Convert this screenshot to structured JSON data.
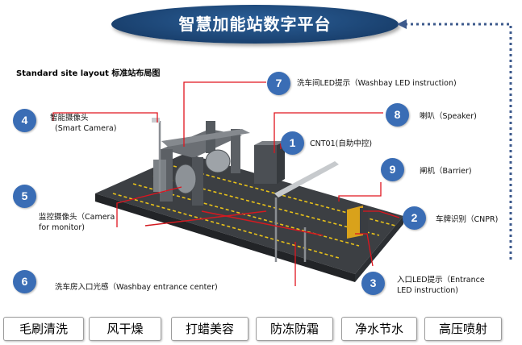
{
  "header": {
    "title": "智慧加能站数字平台"
  },
  "layout_title": "Standard site layout 标准站布局图",
  "callouts": [
    {
      "num": "7",
      "label": "洗车间LED提示（Washbay LED instruction)"
    },
    {
      "num": "4",
      "label_line1": "智能摄像头",
      "label_line2": "(Smart Camera)"
    },
    {
      "num": "8",
      "label": "喇叭（Speaker)"
    },
    {
      "num": "1",
      "label": "CNT01(自助中控)"
    },
    {
      "num": "9",
      "label": "闸机（Barrier)"
    },
    {
      "num": "5",
      "label_line1": "监控摄像头（Camera",
      "label_line2": "for monitor)"
    },
    {
      "num": "2",
      "label": "车牌识别（CNPR)"
    },
    {
      "num": "6",
      "label": "洗车房入口光感（Washbay entrance center)"
    },
    {
      "num": "3",
      "label_line1": "入口LED提示（Entrance",
      "label_line2": "LED instruction)"
    }
  ],
  "features": [
    "毛刷清洗",
    "风干燥",
    "打蜡美容",
    "防冻防霜",
    "净水节水",
    "高压喷射"
  ],
  "colors": {
    "banner": "#1a416f",
    "badge": "#3a6db5",
    "leader": "#e0141e",
    "connector": "#3d5a8c"
  }
}
